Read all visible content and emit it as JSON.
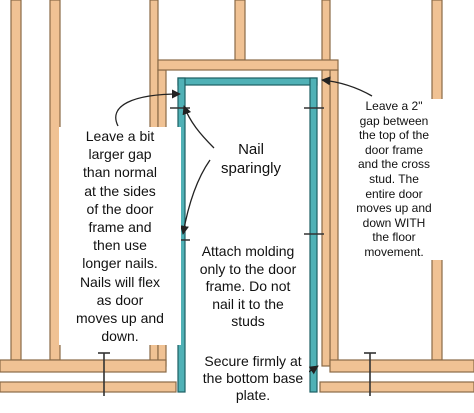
{
  "notes": {
    "left": "Leave a bit\nlarger gap\nthan normal\nat the sides\nof the door\nframe and\nthen use\nlonger nails.\nNails will flex\nas door\nmoves up and\ndown.",
    "nail": "Nail\nsparingly",
    "right": "Leave a 2\"\ngap between\nthe top of the\ndoor frame\nand the cross\nstud. The\nentire door\nmoves up and\ndown WITH\nthe floor\nmovement.",
    "molding": "Attach molding\nonly to the door\nframe.  Do not\nnail it to the\nstuds",
    "base": "Secure firmly at\nthe bottom base\nplate."
  },
  "colors": {
    "lumber": "#f0c294",
    "lumber_outline": "#8a6a47",
    "door_frame": "#50b1b6",
    "door_frame_outline": "#1d5f63",
    "nail": "#333333",
    "arrow": "#222222"
  }
}
